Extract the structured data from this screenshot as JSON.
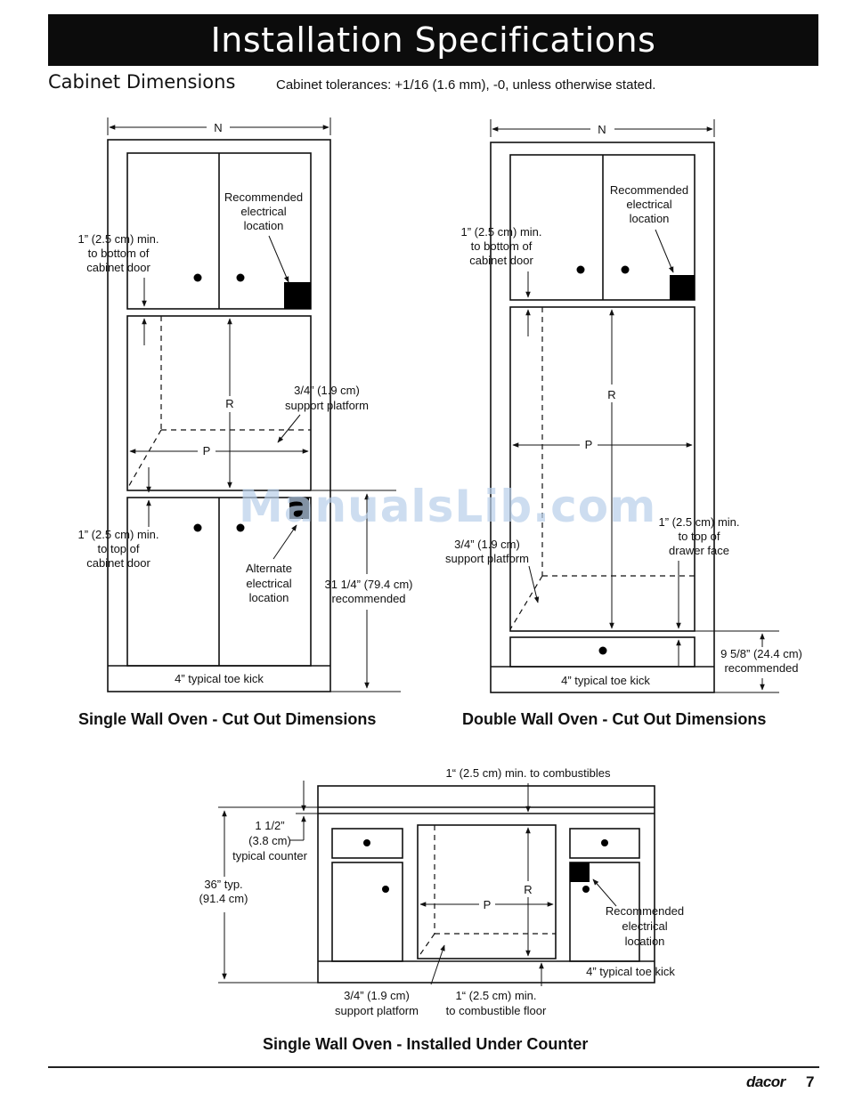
{
  "header": {
    "title": "Installation Specifications",
    "subtitle": "Cabinet Dimensions",
    "tolerance_note": "Cabinet tolerances: +1/16 (1.6 mm), -0, unless otherwise stated."
  },
  "single": {
    "caption": "Single Wall Oven - Cut Out Dimensions",
    "n": "N",
    "r": "R",
    "p": "P",
    "rec_elec": [
      "Recommended",
      "electrical",
      "location"
    ],
    "bottom_door": [
      "1” (2.5 cm) min.",
      "to bottom of",
      "cabinet door"
    ],
    "support": [
      "3/4” (1.9 cm)",
      "support platform"
    ],
    "top_door": [
      "1” (2.5 cm) min.",
      "to top of",
      "cabinet door"
    ],
    "alt_elec": [
      "Alternate",
      "electrical",
      "location"
    ],
    "height": [
      "31 1/4” (79.4 cm)",
      "recommended"
    ],
    "toe_kick": "4” typical toe kick"
  },
  "double": {
    "caption": "Double Wall Oven - Cut Out Dimensions",
    "n": "N",
    "r": "R",
    "p": "P",
    "rec_elec": [
      "Recommended",
      "electrical",
      "location"
    ],
    "bottom_door": [
      "1” (2.5 cm) min.",
      "to bottom of",
      "cabinet door"
    ],
    "drawer_face": [
      "1” (2.5 cm) min.",
      "to top of",
      "drawer face"
    ],
    "support": [
      "3/4” (1.9 cm)",
      "support platform"
    ],
    "height": [
      "9 5/8” (24.4 cm)",
      "recommended"
    ],
    "toe_kick": "4” typical toe kick"
  },
  "under": {
    "caption": "Single Wall Oven - Installed Under Counter",
    "combustibles": "1“ (2.5 cm) min. to combustibles",
    "counter": [
      "1 1/2”",
      "(3.8 cm)",
      "typical counter"
    ],
    "overall": [
      "36” typ.",
      "(91.4 cm)"
    ],
    "r": "R",
    "p": "P",
    "rec_elec": [
      "Recommended",
      "electrical",
      "location"
    ],
    "toe_kick": "4” typical toe kick",
    "support": [
      "3/4” (1.9 cm)",
      "support platform"
    ],
    "floor": [
      "1“ (2.5 cm) min.",
      "to combustible floor"
    ]
  },
  "watermark": "ManualsLib.com",
  "footer": {
    "brand": "dacor",
    "page": "7"
  }
}
